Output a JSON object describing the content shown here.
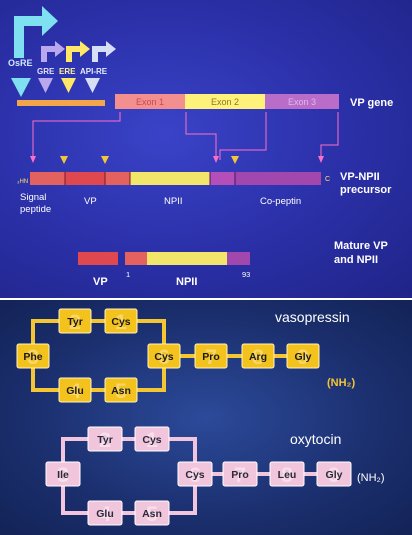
{
  "top": {
    "promoters": [
      {
        "label": "OsRE",
        "color": "#7ee0f0"
      },
      {
        "label": "GRE",
        "color": "#b9a8ee"
      },
      {
        "label": "ERE",
        "color": "#ffe867"
      },
      {
        "label": "API-RE",
        "color": "#d6dff5"
      }
    ],
    "gene_label": "VP gene",
    "exons": [
      {
        "label": "Exon 1",
        "color": "#f48f90",
        "text_color": "#c44a4f"
      },
      {
        "label": "Exon 2",
        "color": "#fff27a",
        "text_color": "#8c7a26"
      },
      {
        "label": "Exon 3",
        "color": "#b96cc8",
        "text_color": "#e0b8ea"
      }
    ],
    "precursor": {
      "n_term": "₃HN",
      "c_term": "C",
      "label_line1": "VP-NPII",
      "label_line2": "precursor",
      "segments": [
        "Signal peptide",
        "VP",
        "NPII",
        "Co-peptin"
      ],
      "segment_line1": "Signal",
      "segment_line2": "peptide"
    },
    "mature": {
      "vp": "VP",
      "npii": "NPII",
      "start": "1",
      "end": "93",
      "label_line1": "Mature VP",
      "label_line2": "and NPII"
    }
  },
  "bottom": {
    "vasopressin": {
      "title": "vasopressin",
      "residues": [
        "Cys",
        "Tyr",
        "Phe",
        "Glu",
        "Asn",
        "Cys",
        "Pro",
        "Arg",
        "Gly"
      ],
      "numbers": [
        "1",
        "2",
        "3",
        "4",
        "5",
        "6",
        "7",
        "8",
        "9"
      ],
      "terminal": "(NH₂)",
      "box_color": "#f3c21c",
      "box_border": "#fff4c0",
      "bond_color": "#f5c634"
    },
    "oxytocin": {
      "title": "oxytocin",
      "residues": [
        "Cys",
        "Tyr",
        "Ile",
        "Glu",
        "Asn",
        "Cys",
        "Pro",
        "Leu",
        "Gly"
      ],
      "numbers": [
        "1",
        "2",
        "3",
        "4",
        "5",
        "6",
        "7",
        "8",
        "9"
      ],
      "terminal": "(NH₂)",
      "box_color": "#f1c6dc",
      "box_border": "#ffffff",
      "bond_color": "#f1c6dc"
    }
  }
}
